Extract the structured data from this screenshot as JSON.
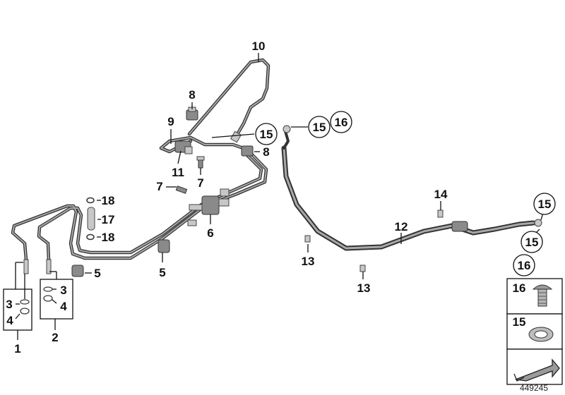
{
  "diagram": {
    "labels": {
      "l1": "1",
      "l2": "2",
      "l3a": "3",
      "l3b": "3",
      "l4a": "4",
      "l4b": "4",
      "l5a": "5",
      "l5b": "5",
      "l6": "6",
      "l7a": "7",
      "l7b": "7",
      "l8a": "8",
      "l8b": "8",
      "l9": "9",
      "l10": "10",
      "l11": "11",
      "l12": "12",
      "l13a": "13",
      "l13b": "13",
      "l14": "14",
      "l15a": "15",
      "l15b": "15",
      "l15c": "15",
      "l15d": "15",
      "l16a": "16",
      "l16b": "16",
      "l17": "17",
      "l18a": "18",
      "l18b": "18"
    },
    "legend": {
      "part16": "16",
      "part15": "15"
    },
    "document_number": "449245"
  }
}
